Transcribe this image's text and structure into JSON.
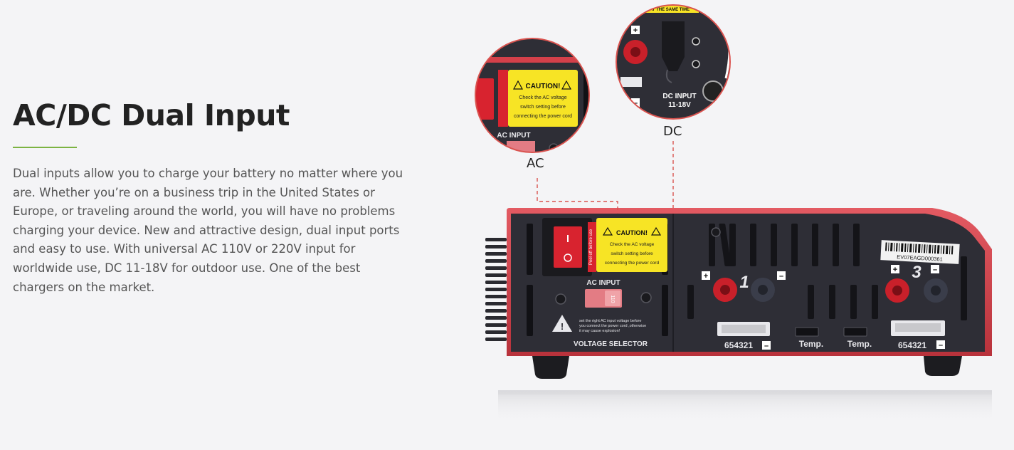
{
  "section": {
    "title": "AC/DC Dual Input",
    "body": "Dual inputs allow you to charge your battery no matter where you are. Whether you’re on a business trip in the United States or Europe, or traveling around the world, you will have no problems charging your device. New and attractive design, dual input ports and easy to use. With universal AC 110V or 220V input for worldwide use, DC 11-18V for outdoor use. One of the best chargers on the market."
  },
  "callouts": {
    "ac_label": "AC",
    "dc_label": "DC"
  },
  "device": {
    "caution_title": "CAUTION!",
    "caution_line1": "Check the AC voltage",
    "caution_line2": "switch setting before",
    "caution_line3": "connecting the power cord",
    "peel_text": "Peel off before use",
    "ac_input_label": "AC INPUT",
    "switch_value": "110",
    "warning_line1": "set the right AC input voltage before",
    "warning_line2": "you connect the power cord ,otherwise",
    "warning_line3": "it may cause explosion!",
    "voltage_selector": "VOLTAGE SELECTOR",
    "channel1_number": "1",
    "channel3_number": "3",
    "plus": "+",
    "minus": "–",
    "balance_left": "654321",
    "balance_right": "654321",
    "temp_left": "Temp.",
    "temp_right": "Temp.",
    "barcode_text": "EV07EAGD000361",
    "dc_input_label": "DC INPUT",
    "dc_input_range": "11-18V",
    "dc_top_strip": "AT THE SAME TIME"
  },
  "colors": {
    "accent_green": "#7cb342",
    "chassis_red": "#d4404a",
    "panel_dark": "#2e2e36",
    "caution_yellow": "#f7e425",
    "callout_dash": "#d9534f"
  }
}
